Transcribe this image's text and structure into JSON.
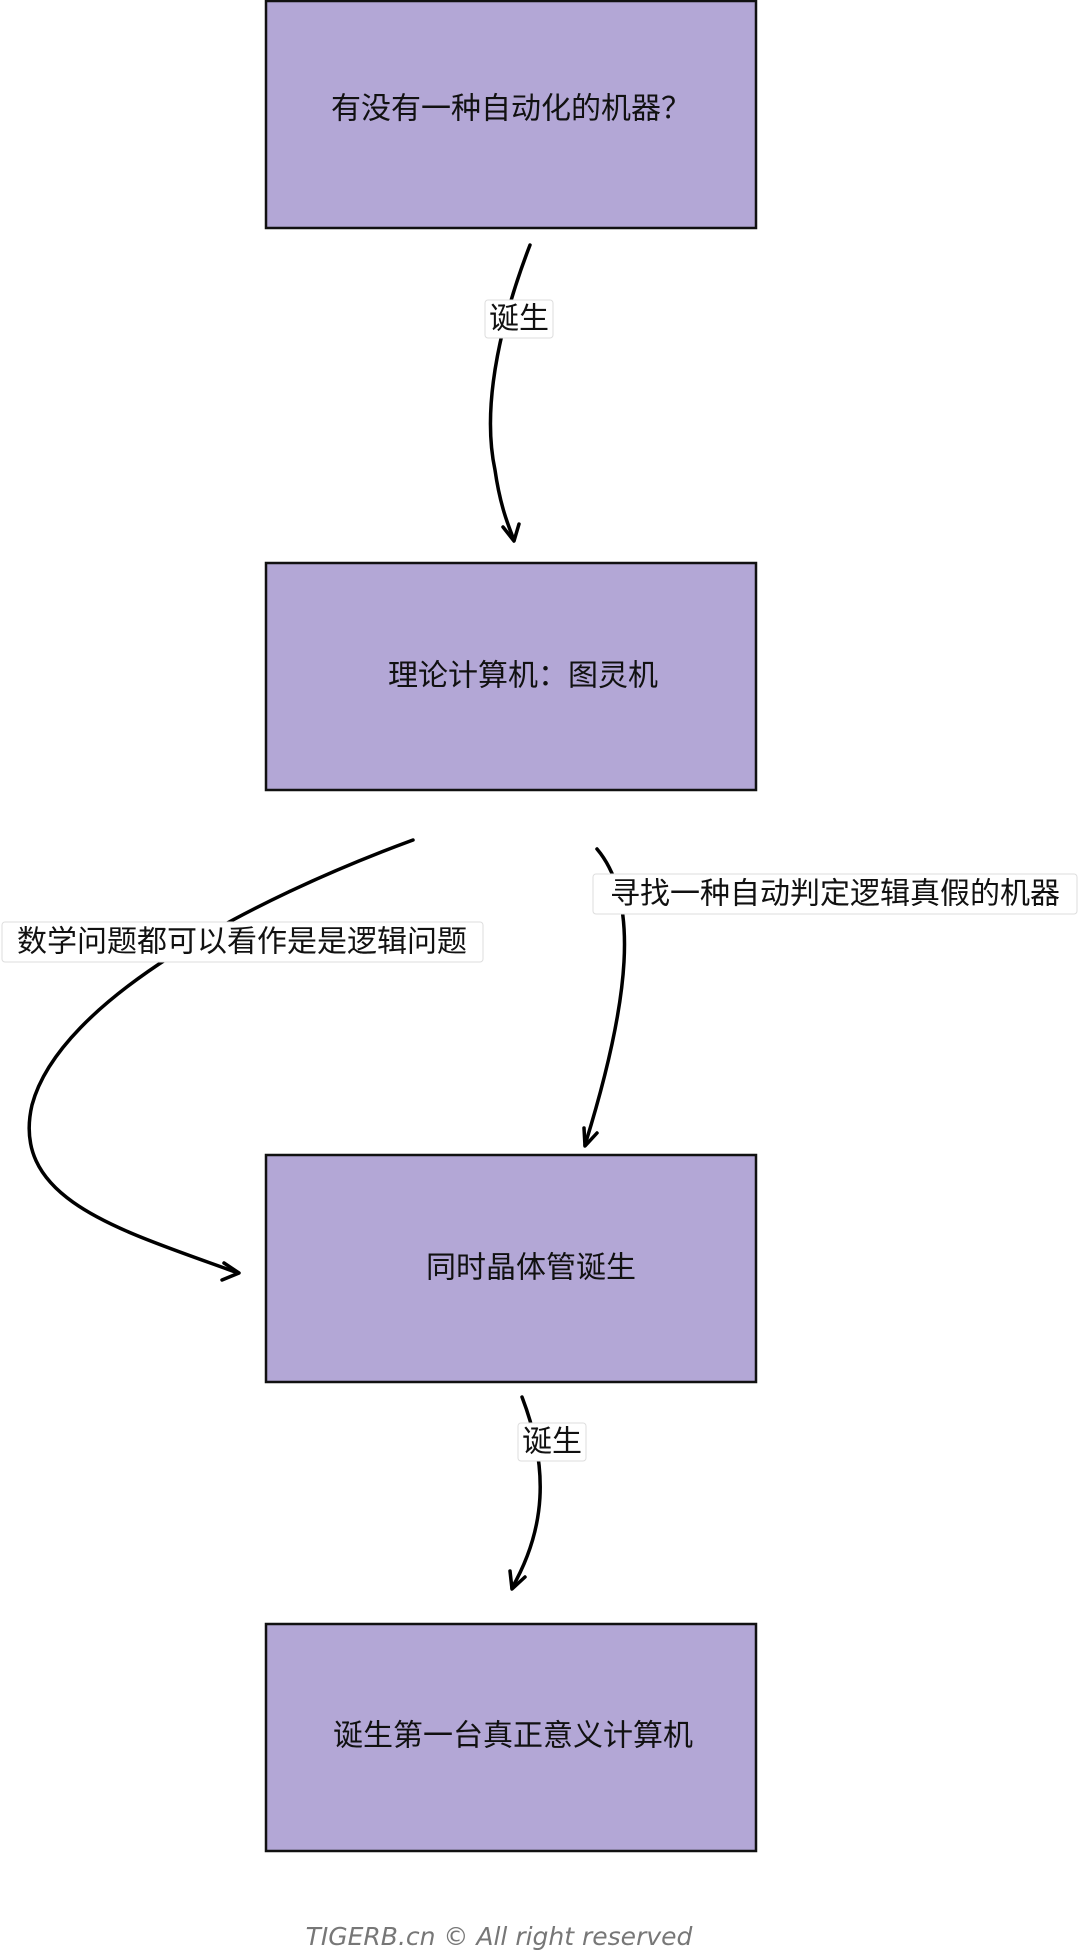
{
  "nodes": [
    {
      "id": "n1",
      "label": "有没有一种自动化的机器？"
    },
    {
      "id": "n2",
      "label": "理论计算机：图灵机"
    },
    {
      "id": "n3",
      "label": "同时晶体管诞生"
    },
    {
      "id": "n4",
      "label": "诞生第一台真正意义计算机"
    }
  ],
  "edges": [
    {
      "from": "n1",
      "to": "n2",
      "label": "诞生"
    },
    {
      "from": "n2",
      "to": "n3",
      "label": "数学问题都可以看作是是逻辑问题"
    },
    {
      "from": "n2",
      "to": "n3",
      "label": "寻找一种自动判定逻辑真假的机器"
    },
    {
      "from": "n3",
      "to": "n4",
      "label": "诞生"
    }
  ],
  "footer": {
    "copyright": "TIGERB.cn © All right reserved"
  },
  "colors": {
    "node_fill": "#b3a7d6",
    "node_stroke": "#111111",
    "edge": "#000000",
    "footer_text": "#777777"
  }
}
